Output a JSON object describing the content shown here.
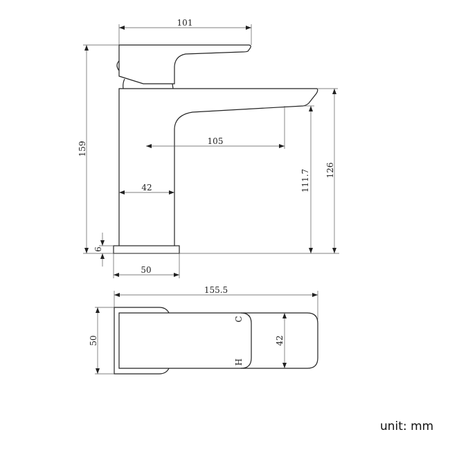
{
  "side_view": {
    "dims": {
      "handle_length": "101",
      "total_height": "159",
      "spout_reach": "105",
      "body_width": "42",
      "spout_outlet_height": "111.7",
      "body_height": "126",
      "base_thickness": "6",
      "base_width": "50"
    }
  },
  "top_view": {
    "dims": {
      "total_length": "155.5",
      "base_width": "50",
      "spout_width": "42"
    },
    "labels": {
      "cold": "C",
      "hot": "H"
    }
  },
  "unit_label": "unit: mm"
}
